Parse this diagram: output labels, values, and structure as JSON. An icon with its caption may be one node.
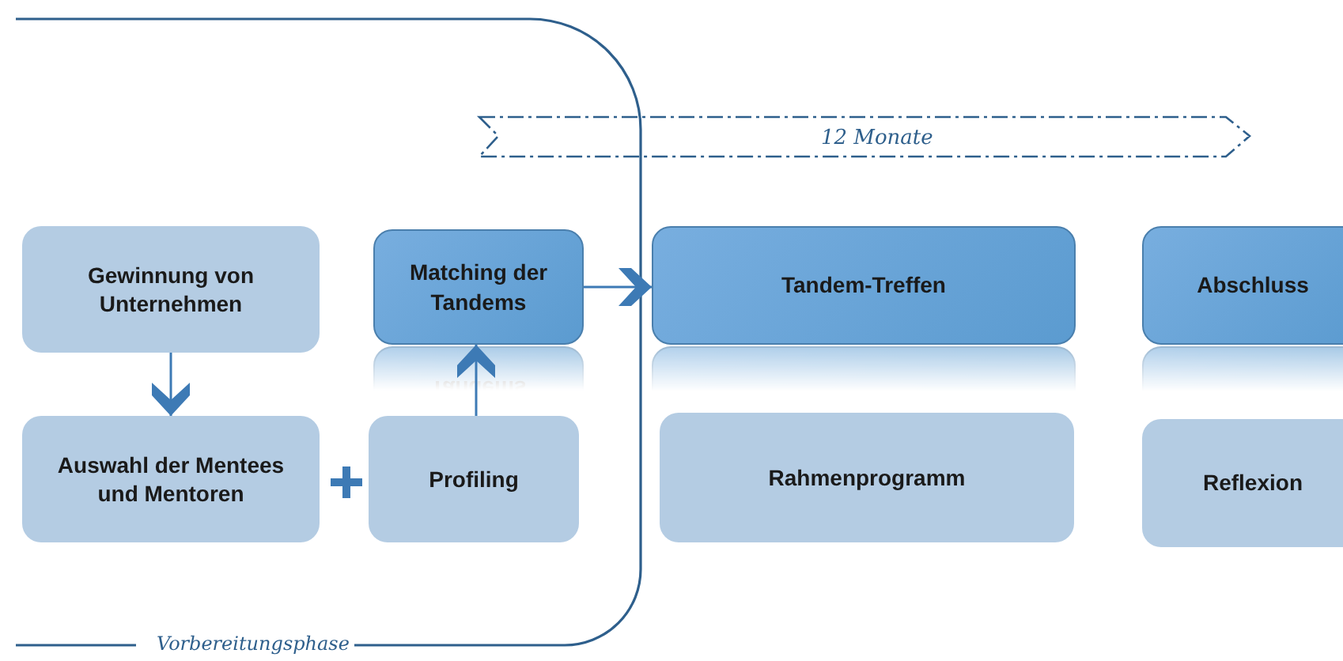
{
  "diagram": {
    "nodes": [
      {
        "text": [
          "Gewinnung von Unternehmen"
        ]
      },
      {
        "text": [
          "Matching der Tandems"
        ]
      },
      {
        "text": [
          "Auswahl der Mentees und Mentoren"
        ]
      },
      {
        "text": [
          "Profiling"
        ]
      },
      {
        "text": [
          "Tandem-Treffen"
        ]
      },
      {
        "text": [
          "Abschluss"
        ]
      },
      {
        "text": [
          "Rahmenprogramm"
        ]
      },
      {
        "text": [
          "Reflexion"
        ]
      }
    ],
    "edges": [
      {
        "from": 0,
        "to": 2,
        "arrow": "to"
      },
      {
        "from": 3,
        "to": 1,
        "arrow": "to"
      },
      {
        "from": 1,
        "to": 4,
        "arrow": "to"
      }
    ],
    "labels": [
      "12 Monate",
      "Vorbereitungsphase"
    ]
  }
}
